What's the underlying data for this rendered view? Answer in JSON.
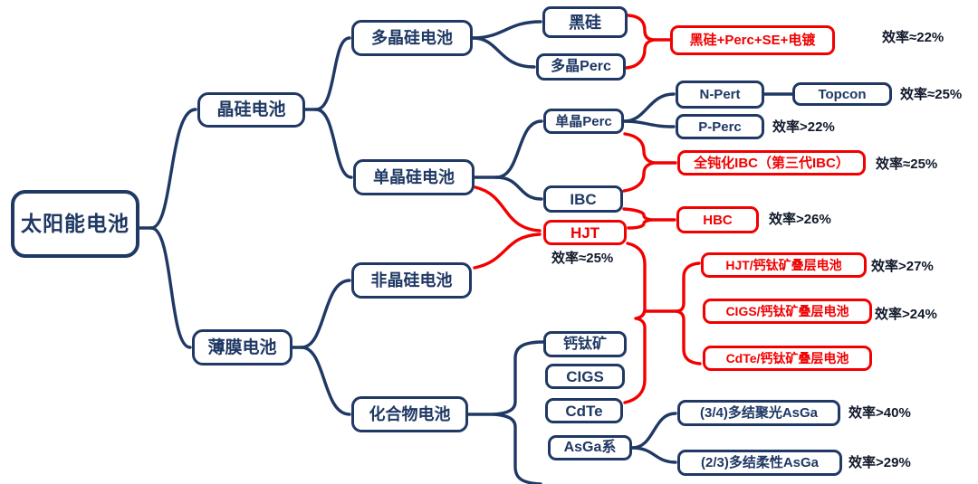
{
  "nodes": {
    "root": "太阳能电池",
    "jinggui": "晶硅电池",
    "baomo": "薄膜电池",
    "duojinggui": "多晶硅电池",
    "danjinggui": "单晶硅电池",
    "feijinggui": "非晶硅电池",
    "huahewu": "化合物电池",
    "heigui": "黑硅",
    "duojingperc": "多晶Perc",
    "danjingperc": "单晶Perc",
    "ibc": "IBC",
    "hjt": "HJT",
    "gaitaikuang": "钙钛矿",
    "cigs": "CIGS",
    "cdte": "CdTe",
    "asga": "AsGa系",
    "heigui_perc": "黑硅+Perc+SE+电镀",
    "npert": "N-Pert",
    "topcon": "Topcon",
    "pperc": "P-Perc",
    "quandunhua": "全钝化IBC（第三代IBC）",
    "hbc": "HBC",
    "hjt_tandem": "HJT/钙钛矿叠层电池",
    "cigs_tandem": "CIGS/钙钛矿叠层电池",
    "cdte_tandem": "CdTe/钙钛矿叠层电池",
    "asga34": "(3/4)多结聚光AsGa",
    "asga23": "(2/3)多结柔性AsGa"
  },
  "efficiencies": {
    "heigui_perc": "效率≈22%",
    "topcon": "效率≈25%",
    "pperc": "效率>22%",
    "quandunhua": "效率≈25%",
    "hbc": "效率>26%",
    "hjt": "效率≈25%",
    "hjt_tandem": "效率>27%",
    "cigs_tandem": "效率>24%",
    "asga34": "效率>40%",
    "asga23": "效率>29%"
  },
  "colors": {
    "navy": "#1F3864",
    "red": "#F20000",
    "label": "#10182A",
    "background": "#FFFFFF"
  }
}
